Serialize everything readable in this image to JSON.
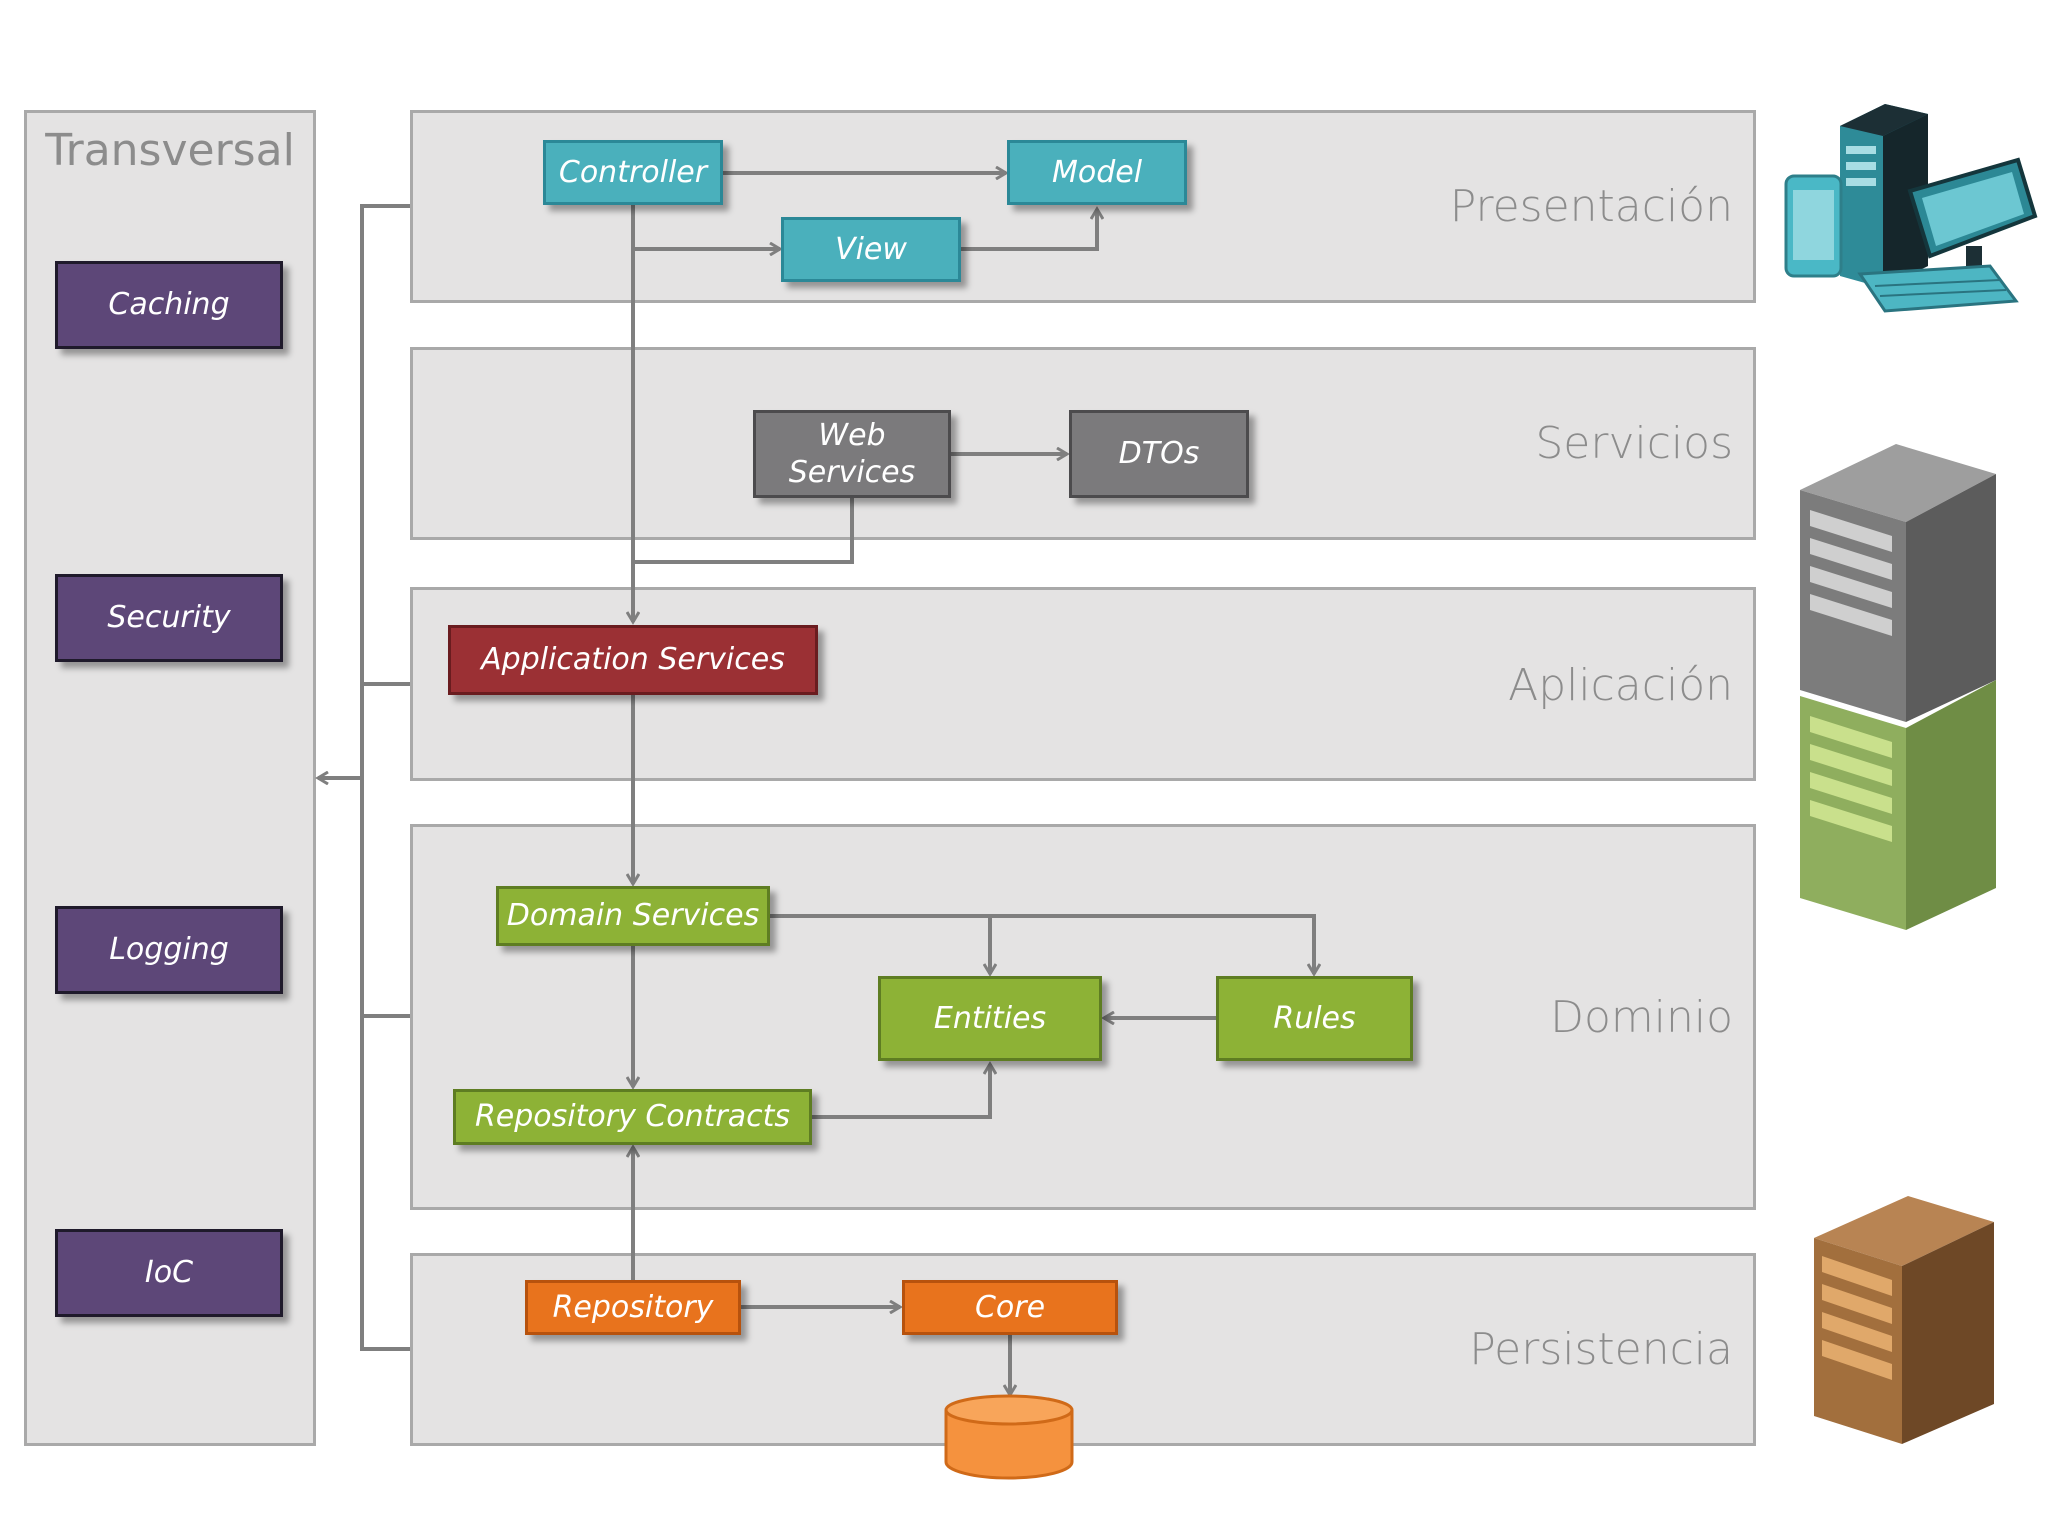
{
  "transversal": {
    "title": "Transversal",
    "items": [
      "Caching",
      "Security",
      "Logging",
      "IoC"
    ]
  },
  "layers": {
    "presentacion": {
      "title": "Presentación",
      "controller": "Controller",
      "model": "Model",
      "view": "View"
    },
    "servicios": {
      "title": "Servicios",
      "web_services_line1": "Web",
      "web_services_line2": "Services",
      "dtos": "DTOs"
    },
    "aplicacion": {
      "title": "Aplicación",
      "application_services": "Application Services"
    },
    "dominio": {
      "title": "Dominio",
      "domain_services": "Domain Services",
      "entities": "Entities",
      "rules": "Rules",
      "repository_contracts": "Repository Contracts"
    },
    "persistencia": {
      "title": "Persistencia",
      "repository": "Repository",
      "core": "Core"
    }
  },
  "colors": {
    "panel": "#e4e3e3",
    "connector": "#7f7f7f",
    "presentation": "#4ab0bc",
    "services": "#7b7a7c",
    "application": "#9b3034",
    "domain": "#8db236",
    "persistence": "#e8731d",
    "transversal": "#5d4778"
  },
  "icons": [
    "computer-devices-icon",
    "server-gray-icon",
    "server-green-icon",
    "server-brown-icon",
    "database-icon"
  ]
}
